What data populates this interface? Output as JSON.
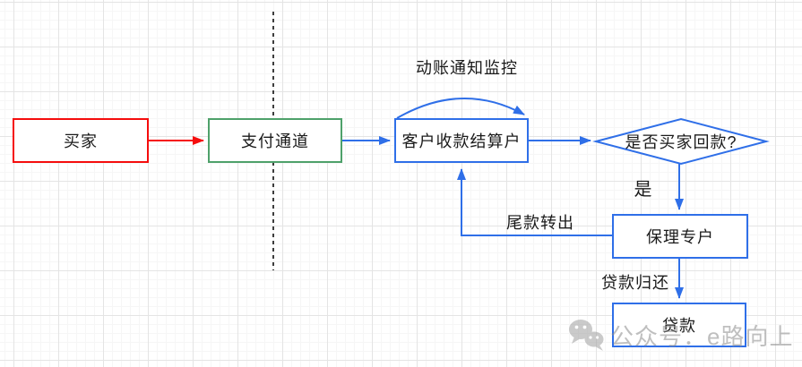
{
  "diagram": {
    "title": "factoring-payment-flowchart",
    "nodes": {
      "buyer": {
        "label": "买家",
        "border_color": "#f50d0d"
      },
      "payment_channel": {
        "label": "支付通道",
        "border_color": "#4ea16a"
      },
      "settlement_account": {
        "label": "客户收款结算户",
        "border_color": "#2f6fe8"
      },
      "decision": {
        "label": "是否买家回款?",
        "border_color": "#2f6fe8",
        "shape": "diamond"
      },
      "factoring_account": {
        "label": "保理专户",
        "border_color": "#2f6fe8"
      },
      "loan": {
        "label": "贷款",
        "border_color": "#2f6fe8"
      }
    },
    "edge_labels": {
      "monitor": "动账通知监控",
      "yes": "是",
      "tail_transfer": "尾款转出",
      "loan_repay": "贷款归还"
    },
    "edges": [
      {
        "from": "buyer",
        "to": "payment_channel",
        "color": "#f50d0d"
      },
      {
        "from": "payment_channel",
        "to": "settlement_account",
        "color": "#2f6fe8"
      },
      {
        "from": "settlement_account",
        "to": "settlement_account",
        "color": "#2f6fe8",
        "label": "动账通知监控",
        "type": "self-loop-arc"
      },
      {
        "from": "settlement_account",
        "to": "decision",
        "color": "#2f6fe8"
      },
      {
        "from": "decision",
        "to": "factoring_account",
        "color": "#2f6fe8",
        "label": "是"
      },
      {
        "from": "factoring_account",
        "to": "settlement_account",
        "color": "#2f6fe8",
        "label": "尾款转出",
        "type": "orthogonal"
      },
      {
        "from": "factoring_account",
        "to": "loan",
        "color": "#2f6fe8",
        "label": "贷款归还"
      }
    ],
    "divider": {
      "style": "dashed-vertical",
      "color": "#3d3d3d"
    }
  },
  "colors": {
    "red": "#f50d0d",
    "green": "#4ea16a",
    "blue": "#2f6fe8",
    "dash_line": "#3d3d3d",
    "text": "#1a1a1a",
    "watermark_gray": "#8c8c8c",
    "grid_major": "#e4e4e4",
    "grid_minor": "#f6f6f6"
  },
  "watermark": {
    "icon": "wechat-icon",
    "text": "公众号：e路向上"
  }
}
